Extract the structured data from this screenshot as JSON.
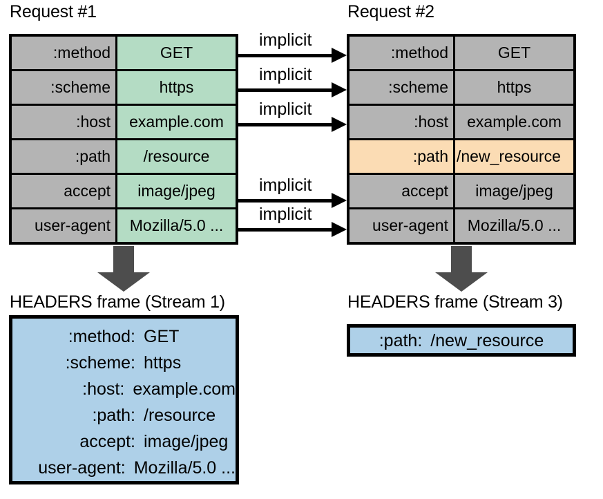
{
  "diagram": {
    "title_request_1": "Request #1",
    "title_request_2": "Request #2",
    "title_frame_1": "HEADERS frame (Stream 1)",
    "title_frame_3": "HEADERS frame (Stream 3)",
    "implicit_label": "implicit",
    "colors": {
      "new_value": "#b4dcc4",
      "changed_value": "#fbdcb4",
      "unchanged_value": "#b4b4b4",
      "frame_background": "#aed0e8",
      "arrow_gray": "#4d4d4d",
      "border": "#000000"
    }
  },
  "request_1": {
    "rows": [
      {
        "name": ":method",
        "value": "GET",
        "state": "green"
      },
      {
        "name": ":scheme",
        "value": "https",
        "state": "green"
      },
      {
        "name": ":host",
        "value": "example.com",
        "state": "green"
      },
      {
        "name": ":path",
        "value": "/resource",
        "state": "green"
      },
      {
        "name": "accept",
        "value": "image/jpeg",
        "state": "green"
      },
      {
        "name": "user-agent",
        "value": "Mozilla/5.0 ...",
        "state": "green"
      }
    ]
  },
  "request_2": {
    "rows": [
      {
        "name": ":method",
        "value": "GET",
        "state": "plain"
      },
      {
        "name": ":scheme",
        "value": "https",
        "state": "plain"
      },
      {
        "name": ":host",
        "value": "example.com",
        "state": "plain"
      },
      {
        "name": ":path",
        "value": "/new_resource",
        "state": "highlight"
      },
      {
        "name": "accept",
        "value": "image/jpeg",
        "state": "plain"
      },
      {
        "name": "user-agent",
        "value": "Mozilla/5.0 ...",
        "state": "plain"
      }
    ]
  },
  "implicit_arrows": [
    {
      "label": "implicit",
      "from_row": ":method"
    },
    {
      "label": "implicit",
      "from_row": ":scheme"
    },
    {
      "label": "implicit",
      "from_row": ":host"
    },
    {
      "label": "implicit",
      "from_row": "accept"
    },
    {
      "label": "implicit",
      "from_row": "user-agent"
    }
  ],
  "frame_stream_1": {
    "lines": [
      {
        "name": ":method:",
        "value": "GET"
      },
      {
        "name": ":scheme:",
        "value": "https"
      },
      {
        "name": ":host:",
        "value": "example.com"
      },
      {
        "name": ":path:",
        "value": "/resource"
      },
      {
        "name": "accept:",
        "value": "image/jpeg"
      },
      {
        "name": "user-agent:",
        "value": "Mozilla/5.0 ..."
      }
    ]
  },
  "frame_stream_3": {
    "lines": [
      {
        "name": ":path:",
        "value": "/new_resource"
      }
    ]
  }
}
